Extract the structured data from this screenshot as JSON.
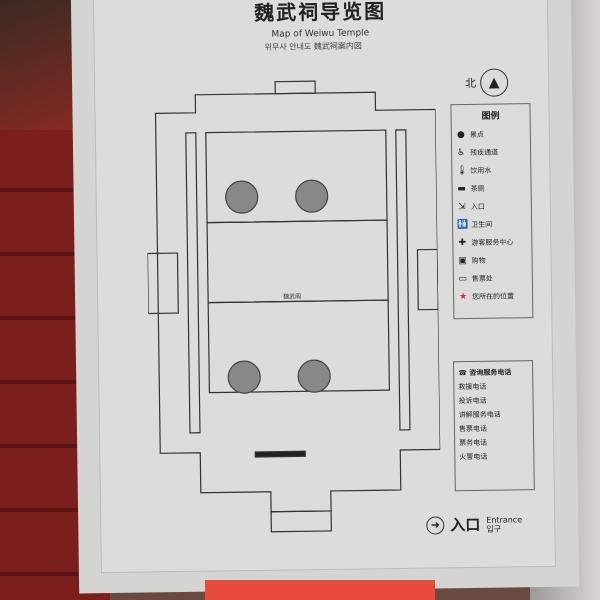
{
  "sign": {
    "title": "魏武祠导览图",
    "subtitle_en": "Map of Weiwu Temple",
    "subtitle_ko_ja": "위무사 안내도  魏武祠案内図",
    "north_label": "北",
    "north_icon": "north-arrow-icon",
    "legend": {
      "title": "图例",
      "items": [
        {
          "icon": "●",
          "label": "景点"
        },
        {
          "icon": "♿",
          "label": "残疾通道"
        },
        {
          "icon": "🌡",
          "label": "饮用水"
        },
        {
          "icon": "▬",
          "label": "茶厕"
        },
        {
          "icon": "⇲",
          "label": "入口"
        },
        {
          "icon": "🚻",
          "label": "卫生间"
        },
        {
          "icon": "✚",
          "label": "游客服务中心"
        },
        {
          "icon": "▣",
          "label": "购物"
        },
        {
          "icon": "▭",
          "label": "售票处"
        },
        {
          "icon": "★",
          "label": "您所在的位置"
        }
      ]
    },
    "phones": {
      "title": "☎ 咨询服务电话",
      "lines": [
        "救援电话",
        "投诉电话",
        "讲解服务电话",
        "售票电话",
        "票务电话",
        "火警电话"
      ]
    },
    "map_labels": {
      "center_hall": "魏武阁"
    },
    "entrance": {
      "zh": "入口",
      "en": "Entrance",
      "ko": "입구"
    }
  }
}
